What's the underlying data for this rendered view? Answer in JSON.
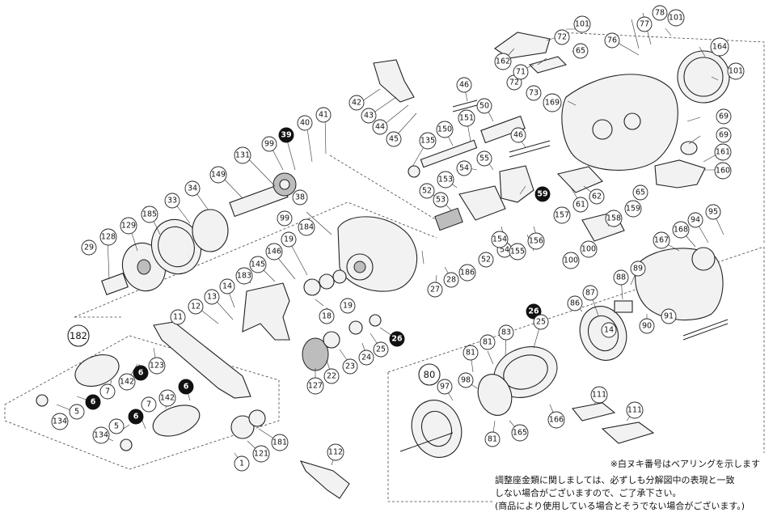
{
  "diagram": {
    "callouts": [
      {
        "label": "101",
        "style": "light",
        "key": "c101a"
      },
      {
        "label": "101",
        "style": "light",
        "key": "c101b"
      },
      {
        "label": "101",
        "style": "light",
        "key": "c101c"
      },
      {
        "label": "78",
        "style": "light",
        "key": "c78"
      },
      {
        "label": "77",
        "style": "light",
        "key": "c77"
      },
      {
        "label": "76",
        "style": "light",
        "key": "c76"
      },
      {
        "label": "72",
        "style": "light",
        "key": "c72a"
      },
      {
        "label": "72",
        "style": "light",
        "key": "c72b"
      },
      {
        "label": "65",
        "style": "light",
        "key": "c65a"
      },
      {
        "label": "65",
        "style": "light",
        "key": "c65b"
      },
      {
        "label": "164",
        "style": "light",
        "key": "c164"
      },
      {
        "label": "162",
        "style": "light",
        "key": "c162"
      },
      {
        "label": "71",
        "style": "light",
        "key": "c71"
      },
      {
        "label": "73",
        "style": "light",
        "key": "c73"
      },
      {
        "label": "169",
        "style": "light",
        "key": "c169"
      },
      {
        "label": "46",
        "style": "light",
        "key": "c46a"
      },
      {
        "label": "46",
        "style": "light",
        "key": "c46b"
      },
      {
        "label": "50",
        "style": "light",
        "key": "c50"
      },
      {
        "label": "42",
        "style": "light",
        "key": "c42"
      },
      {
        "label": "43",
        "style": "light",
        "key": "c43"
      },
      {
        "label": "44",
        "style": "light",
        "key": "c44"
      },
      {
        "label": "45",
        "style": "light",
        "key": "c45"
      },
      {
        "label": "41",
        "style": "light",
        "key": "c41"
      },
      {
        "label": "40",
        "style": "light",
        "key": "c40"
      },
      {
        "label": "39",
        "style": "dark",
        "key": "c39"
      },
      {
        "label": "99",
        "style": "light",
        "key": "c99a"
      },
      {
        "label": "99",
        "style": "light",
        "key": "c99b"
      },
      {
        "label": "131",
        "style": "light",
        "key": "c131"
      },
      {
        "label": "38",
        "style": "light",
        "key": "c38"
      },
      {
        "label": "149",
        "style": "light",
        "key": "c149"
      },
      {
        "label": "34",
        "style": "light",
        "key": "c34"
      },
      {
        "label": "33",
        "style": "light",
        "key": "c33"
      },
      {
        "label": "185",
        "style": "light",
        "key": "c185"
      },
      {
        "label": "129",
        "style": "light",
        "key": "c129"
      },
      {
        "label": "128",
        "style": "light",
        "key": "c128"
      },
      {
        "label": "29",
        "style": "light",
        "key": "c29"
      },
      {
        "label": "150",
        "style": "light",
        "key": "c150"
      },
      {
        "label": "151",
        "style": "light",
        "key": "c151"
      },
      {
        "label": "135",
        "style": "light",
        "key": "c135"
      },
      {
        "label": "55",
        "style": "light",
        "key": "c55"
      },
      {
        "label": "54",
        "style": "light",
        "key": "c54a"
      },
      {
        "label": "54",
        "style": "light",
        "key": "c54b"
      },
      {
        "label": "153",
        "style": "light",
        "key": "c153"
      },
      {
        "label": "52",
        "style": "light",
        "key": "c52a"
      },
      {
        "label": "52",
        "style": "light",
        "key": "c52b"
      },
      {
        "label": "53",
        "style": "light",
        "key": "c53"
      },
      {
        "label": "59",
        "style": "dark",
        "key": "c59"
      },
      {
        "label": "69",
        "style": "light",
        "key": "c69a"
      },
      {
        "label": "69",
        "style": "light",
        "key": "c69b"
      },
      {
        "label": "161",
        "style": "light",
        "key": "c161"
      },
      {
        "label": "160",
        "style": "light",
        "key": "c160"
      },
      {
        "label": "62",
        "style": "light",
        "key": "c62"
      },
      {
        "label": "61",
        "style": "light",
        "key": "c61"
      },
      {
        "label": "157",
        "style": "light",
        "key": "c157"
      },
      {
        "label": "158",
        "style": "light",
        "key": "c158"
      },
      {
        "label": "159",
        "style": "light",
        "key": "c159"
      },
      {
        "label": "156",
        "style": "light",
        "key": "c156"
      },
      {
        "label": "155",
        "style": "light",
        "key": "c155"
      },
      {
        "label": "154",
        "style": "light",
        "key": "c154"
      },
      {
        "label": "100",
        "style": "light",
        "key": "c100a"
      },
      {
        "label": "100",
        "style": "light",
        "key": "c100b"
      },
      {
        "label": "184",
        "style": "light",
        "key": "c184"
      },
      {
        "label": "19",
        "style": "light",
        "key": "c19a"
      },
      {
        "label": "19",
        "style": "light",
        "key": "c19b"
      },
      {
        "label": "146",
        "style": "light",
        "key": "c146"
      },
      {
        "label": "145",
        "style": "light",
        "key": "c145"
      },
      {
        "label": "183",
        "style": "light",
        "key": "c183"
      },
      {
        "label": "14",
        "style": "light",
        "key": "c14a"
      },
      {
        "label": "14",
        "style": "light",
        "key": "c14b"
      },
      {
        "label": "13",
        "style": "light",
        "key": "c13"
      },
      {
        "label": "12",
        "style": "light",
        "key": "c12"
      },
      {
        "label": "11",
        "style": "light",
        "key": "c11"
      },
      {
        "label": "18",
        "style": "light",
        "key": "c18"
      },
      {
        "label": "186",
        "style": "light",
        "key": "c186"
      },
      {
        "label": "27",
        "style": "light",
        "key": "c27"
      },
      {
        "label": "28",
        "style": "light",
        "key": "c28"
      },
      {
        "label": "26",
        "style": "dark",
        "key": "c26a"
      },
      {
        "label": "26",
        "style": "dark",
        "key": "c26b"
      },
      {
        "label": "25",
        "style": "light",
        "key": "c25a"
      },
      {
        "label": "25",
        "style": "light",
        "key": "c25b"
      },
      {
        "label": "24",
        "style": "light",
        "key": "c24"
      },
      {
        "label": "23",
        "style": "light",
        "key": "c23"
      },
      {
        "label": "22",
        "style": "light",
        "key": "c22"
      },
      {
        "label": "127",
        "style": "light",
        "key": "c127"
      },
      {
        "label": "182",
        "style": "big",
        "key": "c182"
      },
      {
        "label": "123",
        "style": "light",
        "key": "c123"
      },
      {
        "label": "142",
        "style": "light",
        "key": "c142a"
      },
      {
        "label": "142",
        "style": "light",
        "key": "c142b"
      },
      {
        "label": "7",
        "style": "light",
        "key": "c7a"
      },
      {
        "label": "7",
        "style": "light",
        "key": "c7b"
      },
      {
        "label": "6",
        "style": "dark",
        "key": "c6a"
      },
      {
        "label": "6",
        "style": "dark",
        "key": "c6b"
      },
      {
        "label": "6",
        "style": "dark",
        "key": "c6c"
      },
      {
        "label": "6",
        "style": "dark",
        "key": "c6d"
      },
      {
        "label": "5",
        "style": "light",
        "key": "c5a"
      },
      {
        "label": "5",
        "style": "light",
        "key": "c5b"
      },
      {
        "label": "134",
        "style": "light",
        "key": "c134a"
      },
      {
        "label": "134",
        "style": "light",
        "key": "c134b"
      },
      {
        "label": "181",
        "style": "light",
        "key": "c181"
      },
      {
        "label": "121",
        "style": "light",
        "key": "c121"
      },
      {
        "label": "1",
        "style": "light",
        "key": "c1"
      },
      {
        "label": "112",
        "style": "light",
        "key": "c112"
      },
      {
        "label": "167",
        "style": "light",
        "key": "c167"
      },
      {
        "label": "168",
        "style": "light",
        "key": "c168"
      },
      {
        "label": "94",
        "style": "light",
        "key": "c94"
      },
      {
        "label": "95",
        "style": "light",
        "key": "c95"
      },
      {
        "label": "89",
        "style": "light",
        "key": "c89"
      },
      {
        "label": "88",
        "style": "light",
        "key": "c88"
      },
      {
        "label": "87",
        "style": "light",
        "key": "c87"
      },
      {
        "label": "86",
        "style": "light",
        "key": "c86"
      },
      {
        "label": "91",
        "style": "light",
        "key": "c91"
      },
      {
        "label": "90",
        "style": "light",
        "key": "c90"
      },
      {
        "label": "83",
        "style": "light",
        "key": "c83"
      },
      {
        "label": "81",
        "style": "light",
        "key": "c81a"
      },
      {
        "label": "81",
        "style": "light",
        "key": "c81b"
      },
      {
        "label": "81",
        "style": "light",
        "key": "c81c"
      },
      {
        "label": "80",
        "style": "big",
        "key": "c80"
      },
      {
        "label": "97",
        "style": "light",
        "key": "c97"
      },
      {
        "label": "98",
        "style": "light",
        "key": "c98"
      },
      {
        "label": "166",
        "style": "light",
        "key": "c166"
      },
      {
        "label": "165",
        "style": "light",
        "key": "c165"
      },
      {
        "label": "111",
        "style": "light",
        "key": "c111a"
      },
      {
        "label": "111",
        "style": "light",
        "key": "c111b"
      }
    ]
  },
  "notes": {
    "bearing_note": "※白ヌキ番号はベアリングを示します",
    "line1": "調整座金類に関しましては、必ずしも分解図中の表現と一致",
    "line2": "しない場合がございますので、ご了承下さい。",
    "line3": "(商品により使用している場合とそうでない場合がございます。)"
  }
}
